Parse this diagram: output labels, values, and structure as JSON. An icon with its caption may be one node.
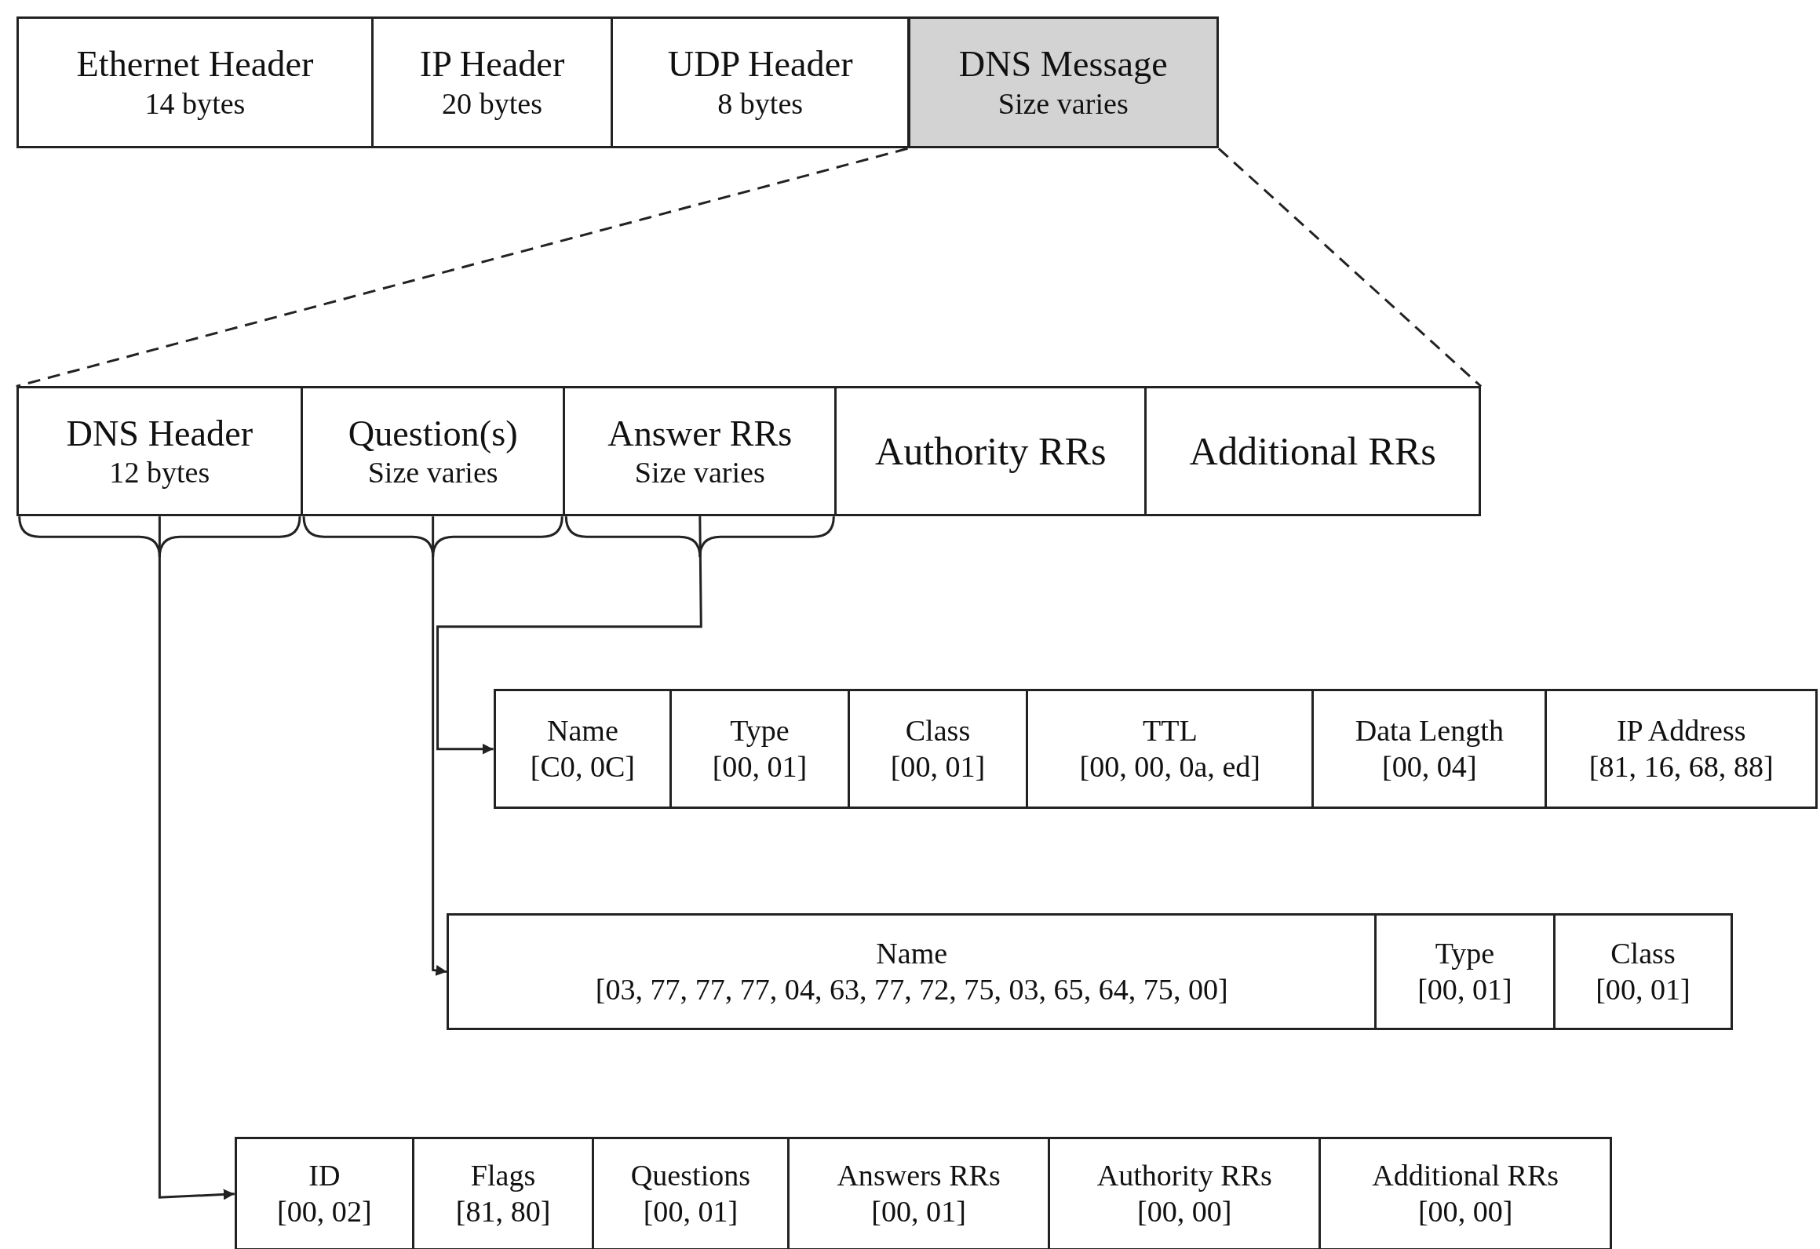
{
  "diagram": {
    "nodes": [
      {
        "text": [
          "Ethernet Header",
          "14 bytes"
        ]
      },
      {
        "text": [
          "IP Header",
          "20 bytes"
        ]
      },
      {
        "text": [
          "UDP Header",
          "8 bytes"
        ]
      },
      {
        "text": [
          "DNS Message",
          "Size varies"
        ]
      },
      {
        "text": [
          "DNS Header",
          "12 bytes"
        ]
      },
      {
        "text": [
          "Question(s)",
          "Size varies"
        ]
      },
      {
        "text": [
          "Answer RRs",
          "Size varies"
        ]
      },
      {
        "text": [
          "Authority RRs"
        ]
      },
      {
        "text": [
          "Additional RRs"
        ]
      },
      {
        "text": [
          "Name",
          "[C0, 0C]"
        ]
      },
      {
        "text": [
          "Type",
          "[00, 01]"
        ]
      },
      {
        "text": [
          "Class",
          "[00, 01]"
        ]
      },
      {
        "text": [
          "TTL",
          "[00, 00, 0a, ed]"
        ]
      },
      {
        "text": [
          "Data Length",
          "[00, 04]"
        ]
      },
      {
        "text": [
          "IP Address",
          "[81, 16, 68, 88]"
        ]
      },
      {
        "text": [
          "Name",
          "[03, 77, 77, 77, 04, 63, 77, 72, 75, 03, 65, 64, 75, 00]"
        ]
      },
      {
        "text": [
          "Type",
          "[00, 01]"
        ]
      },
      {
        "text": [
          "Class",
          "[00, 01]"
        ]
      },
      {
        "text": [
          "ID",
          "[00, 02]"
        ]
      },
      {
        "text": [
          "Flags",
          "[81, 80]"
        ]
      },
      {
        "text": [
          "Questions",
          "[00, 01]"
        ]
      },
      {
        "text": [
          "Answers RRs",
          "[00, 01]"
        ]
      },
      {
        "text": [
          "Authority RRs",
          "[00, 00]"
        ]
      },
      {
        "text": [
          "Additional RRs",
          "[00, 00]"
        ]
      }
    ],
    "edges": [
      {
        "from": 3,
        "to": 4,
        "arrow": "none",
        "style": "dashed"
      },
      {
        "from": 3,
        "to": 8,
        "arrow": "none",
        "style": "dashed"
      },
      {
        "from": 4,
        "to": 18,
        "arrow": "to"
      },
      {
        "from": 5,
        "to": 15,
        "arrow": "to"
      },
      {
        "from": 6,
        "to": 9,
        "arrow": "to"
      }
    ]
  }
}
